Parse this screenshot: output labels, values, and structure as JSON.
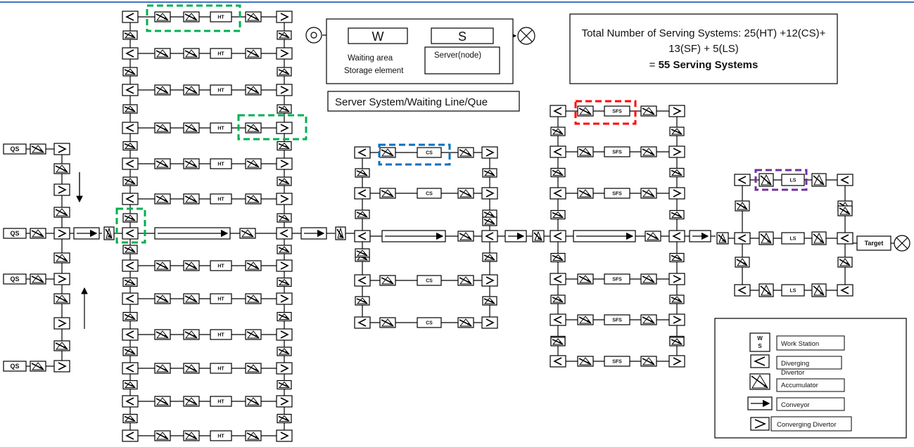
{
  "queue_sources": {
    "label": "QS"
  },
  "servers": {
    "hand_tool": "HT",
    "cs": "CS",
    "sfs": "SFS",
    "ls": "LS"
  },
  "target": {
    "label": "Target"
  },
  "server_system": {
    "waiting_letter": "W",
    "server_letter": "S",
    "waiting_line1": "Waiting area",
    "waiting_line2": "Storage element",
    "server_label": "Server(node)",
    "caption": "Server System/Waiting Line/Que"
  },
  "totals": {
    "line1": "Total Number of Serving Systems: 25(HT) +12(CS)+",
    "line2": "13(SF) + 5(LS)",
    "line3_prefix": "= ",
    "line3_bold": "55 Serving Systems"
  },
  "legend": {
    "ws_top": "W",
    "ws_bottom": "S",
    "items": [
      {
        "icon": "work-station",
        "label": "Work Station"
      },
      {
        "icon": "diverging-divertor",
        "label": "Diverging Divertor",
        "line1": "Diverging",
        "line2": "Divertor"
      },
      {
        "icon": "accumulator",
        "label": "Accumulator"
      },
      {
        "icon": "conveyor",
        "label": "Conveyor"
      },
      {
        "icon": "converging-divertor",
        "label": "Converging Divertor"
      }
    ]
  },
  "colors": {
    "top_rule": "#4472c4",
    "highlight_green": "#00b050",
    "highlight_blue": "#0070c0",
    "highlight_red": "#ff0000",
    "highlight_purple": "#7030a0",
    "line": "#000000"
  }
}
